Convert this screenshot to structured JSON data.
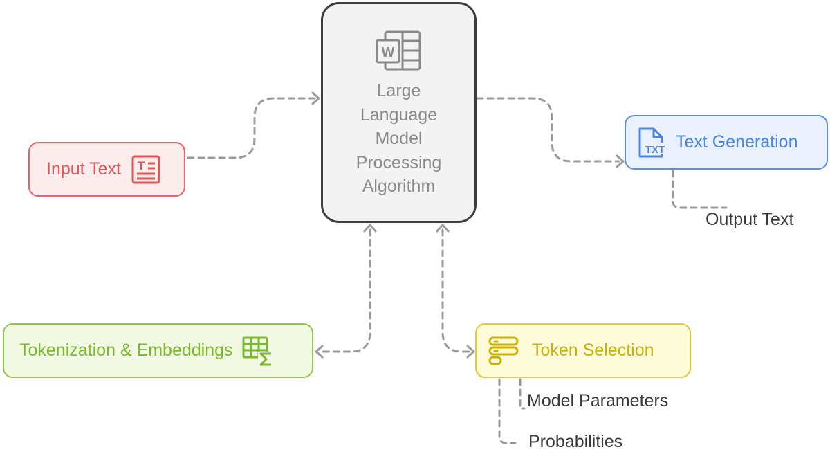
{
  "nodes": {
    "central": {
      "label_lines": [
        "Large",
        "Language",
        "Model",
        "Processing",
        "Algorithm"
      ],
      "icon": "word-document-icon"
    },
    "input_text": {
      "label": "Input Text",
      "icon": "text-document-icon"
    },
    "text_generation": {
      "label": "Text Generation",
      "icon": "txt-file-icon"
    },
    "tokenization": {
      "label": "Tokenization & Embeddings",
      "icon": "table-sum-icon"
    },
    "token_selection": {
      "label": "Token Selection",
      "icon": "stacked-list-icon"
    }
  },
  "labels": {
    "output_text": "Output Text",
    "model_parameters": "Model Parameters",
    "probabilities": "Probabilities"
  },
  "colors": {
    "central_fill": "#f3f3f3",
    "central_border": "#3d3d3d",
    "central_text": "#8a8a8a",
    "input_fill": "#fdecec",
    "input_border": "#e06666",
    "input_text": "#e05555",
    "textgen_fill": "#eaf1fd",
    "textgen_border": "#5b8fe5",
    "textgen_text": "#4a86e0",
    "token_fill": "#f1f9e3",
    "token_border": "#93c748",
    "token_text": "#7cb82f",
    "select_fill": "#fefbd9",
    "select_border": "#e2cb2a",
    "select_text": "#c9b10a",
    "connector": "#9a9a9a"
  }
}
